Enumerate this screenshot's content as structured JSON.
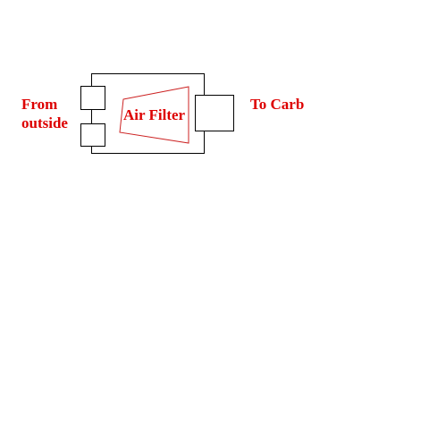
{
  "diagram": {
    "labels": {
      "from_line1": "From",
      "from_line2": "outside",
      "filter": "Air Filter",
      "to_carb": "To Carb"
    },
    "colors": {
      "label": "#dd0000",
      "filter_outline": "#cc2222",
      "box_outline": "#000000",
      "background": "#ffffff"
    }
  }
}
